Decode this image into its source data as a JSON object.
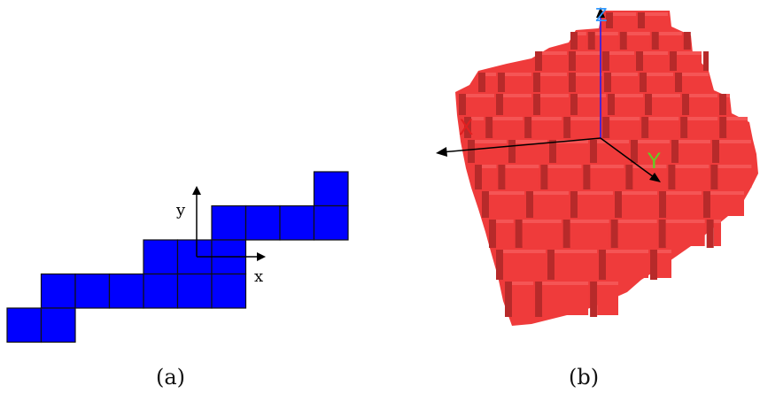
{
  "panel_a": {
    "caption": "(a)",
    "x_label": "x",
    "y_label": "y",
    "square_color": "#0000ff",
    "grid_color": "#111111"
  },
  "panel_b": {
    "caption": "(b)",
    "axis_x_label": "X",
    "axis_y_label": "Y",
    "axis_z_label": "Z",
    "cube_front_color": "#ef3b3b",
    "cube_shadow_color": "#b72a2a",
    "cube_top_color": "#f55555",
    "axis_x_color": "#e02020",
    "axis_y_color": "#66cc22",
    "axis_z_color": "#3399ff"
  }
}
